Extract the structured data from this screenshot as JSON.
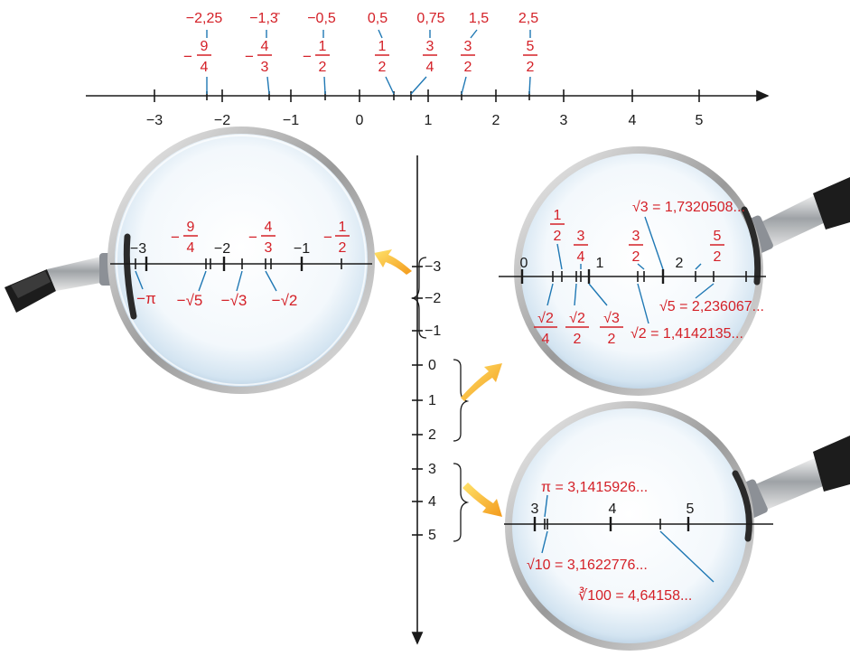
{
  "top_line": {
    "ticks": [
      "−3",
      "−2",
      "−1",
      "0",
      "1",
      "2",
      "3",
      "4",
      "5"
    ],
    "decimals": [
      "−2,25",
      "−1,3̄",
      "−0,5",
      "0,5",
      "0,75",
      "1,5",
      "2,5"
    ],
    "fractions": [
      {
        "sign": "−",
        "num": "9",
        "den": "4"
      },
      {
        "sign": "−",
        "num": "4",
        "den": "3"
      },
      {
        "sign": "−",
        "num": "1",
        "den": "2"
      },
      {
        "sign": "",
        "num": "1",
        "den": "2"
      },
      {
        "sign": "",
        "num": "3",
        "den": "4"
      },
      {
        "sign": "",
        "num": "3",
        "den": "2"
      },
      {
        "sign": "",
        "num": "5",
        "den": "2"
      }
    ]
  },
  "vertical_axis": {
    "labels": [
      "−3",
      "−2",
      "−1",
      "0",
      "1",
      "2",
      "3",
      "4",
      "5"
    ]
  },
  "lens_left": {
    "ticks": [
      "−3",
      "−2",
      "−1"
    ],
    "fractions": [
      {
        "sign": "−",
        "num": "9",
        "den": "4"
      },
      {
        "sign": "−",
        "num": "4",
        "den": "3"
      },
      {
        "sign": "−",
        "num": "1",
        "den": "2"
      }
    ],
    "roots": [
      "−π",
      "−√5",
      "−√3",
      "−√2"
    ]
  },
  "lens_right_top": {
    "ticks": [
      "0",
      "1",
      "2"
    ],
    "fractions_above": [
      {
        "num": "1",
        "den": "2"
      },
      {
        "num": "3",
        "den": "4"
      },
      {
        "num": "3",
        "den": "2"
      },
      {
        "num": "5",
        "den": "2"
      }
    ],
    "fractions_below": [
      {
        "num": "√2",
        "den": "4"
      },
      {
        "num": "√2",
        "den": "2"
      },
      {
        "num": "√3",
        "den": "2"
      }
    ],
    "expressions": [
      "√3 = 1,7320508...",
      "√5 = 2,236067...",
      "√2 = 1,4142135..."
    ]
  },
  "lens_right_bottom": {
    "ticks": [
      "3",
      "4",
      "5"
    ],
    "expressions": [
      "π = 3,1415926...",
      "√10 = 3,1622776...",
      "∛100 = 4,64158..."
    ]
  },
  "colors": {
    "red": "#d42027",
    "blue_leader": "#1f78b4",
    "arrow": "#f5b400",
    "axis": "#1a1a1a"
  },
  "icons": [
    "magnifier-icon",
    "magnifier-icon",
    "magnifier-icon",
    "arrow-icon",
    "arrow-icon",
    "arrow-icon"
  ]
}
